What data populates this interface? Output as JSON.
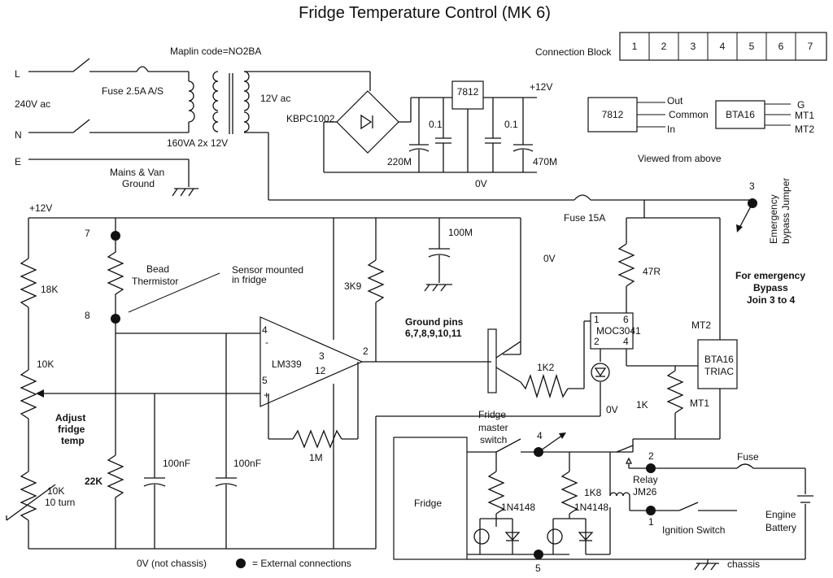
{
  "title": "Fridge Temperature Control (MK 6)",
  "connection_block": {
    "label": "Connection Block",
    "cells": [
      "1",
      "2",
      "3",
      "4",
      "5",
      "6",
      "7"
    ]
  },
  "mains": {
    "l": "L",
    "n": "N",
    "e": "E",
    "voltage": "240V ac",
    "fuse": "Fuse 2.5A A/S",
    "maplin": "Maplin code=NO2BA",
    "transformer": "160VA 2x 12V",
    "secondary": "12V ac",
    "ground": "Mains & Van",
    "ground2": "Ground"
  },
  "supply": {
    "bridge": "KBPC1002",
    "regulator": "7812",
    "plus12_top": "+12V",
    "plus12_left": "+12V",
    "c1": "0.1",
    "c2": "0.1",
    "c220": "220M",
    "c470": "470M",
    "zero_v": "0V"
  },
  "pinout": {
    "reg": "7812",
    "out": "Out",
    "common": "Common",
    "in": "In",
    "triac": "BTA16",
    "g": "G",
    "mt1": "MT1",
    "mt2": "MT2",
    "viewed": "Viewed from above"
  },
  "control": {
    "pin7": "7",
    "pin8": "8",
    "bead1": "Bead",
    "bead2": "Thermistor",
    "sensor1": "Sensor mounted",
    "sensor2": "in fridge",
    "r18k": "18K",
    "r10k": "10K",
    "r22k": "22K",
    "r10k_turn1": "10K",
    "r10k_turn2": "10 turn",
    "adjust1": "Adjust",
    "adjust2": "fridge",
    "adjust3": "temp",
    "c100n_a": "100nF",
    "c100n_b": "100nF",
    "comparator": "LM339",
    "pin4": "4",
    "pin_minus": "-",
    "pin5": "5",
    "pin_plus": "+",
    "pin3": "3",
    "pin12": "12",
    "pin2": "2",
    "r1m": "1M",
    "r3k9": "3K9",
    "c100m": "100M",
    "ground_pins1": "Ground pins",
    "ground_pins2": "6,7,8,9,10,11",
    "zero_v_bottom": "0V (not chassis)",
    "ext_conn": "= External connections"
  },
  "drive": {
    "r1k2": "1K2",
    "zero_v_mid": "0V",
    "zero_v_big": "0V",
    "fuse15": "Fuse 15A",
    "r47": "47R",
    "opto": "MOC3041",
    "opto_p1": "1",
    "opto_p6": "6",
    "opto_p2": "2",
    "opto_p4": "4",
    "r1k": "1K",
    "mt2": "MT2",
    "triac1": "BTA16",
    "triac2": "TRIAC",
    "mt1": "MT1",
    "emergency1": "For emergency",
    "emergency2": "Bypass",
    "emergency3": "Join 3 to 4",
    "jumper1": "Emergency",
    "jumper2": "bypass Jumper",
    "jp3": "3"
  },
  "load": {
    "master1": "Fridge",
    "master2": "master",
    "master3": "switch",
    "node4": "4",
    "node5": "5",
    "node2": "2",
    "node1": "1",
    "fridge": "Fridge",
    "d1": "1N4148",
    "d2": "1N4148",
    "r1k8": "1K8",
    "relay1": "Relay",
    "relay2": "JM26",
    "fuse": "Fuse",
    "ignition": "Ignition Switch",
    "battery1": "Engine",
    "battery2": "Battery",
    "chassis": "chassis"
  }
}
